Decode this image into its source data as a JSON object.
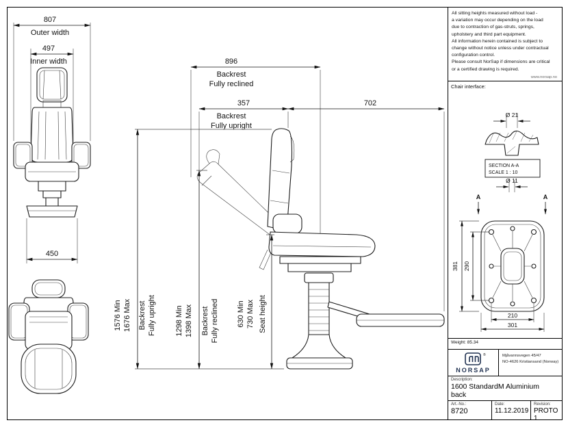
{
  "front_view": {
    "outer_width_value": "807",
    "outer_width_label": "Outer width",
    "inner_width_value": "497",
    "inner_width_label": "Inner width",
    "base_width_value": "450"
  },
  "side_view": {
    "reclined_depth_value": "896",
    "reclined_depth_label_1": "Backrest",
    "reclined_depth_label_2": "Fully reclined",
    "upright_depth_value": "357",
    "upright_depth_label_1": "Backrest",
    "upright_depth_label_2": "Fully upright",
    "total_depth_value": "702",
    "height_upright_min": "1576 Min",
    "height_upright_max": "1676 Max",
    "height_upright_label_1": "Backrest",
    "height_upright_label_2": "Fully upright",
    "height_reclined_min": "1298 Min",
    "height_reclined_max": "1398 Max",
    "height_reclined_label_1": "Backrest",
    "height_reclined_label_2": "Fully reclined",
    "seat_height_min": "630 Min",
    "seat_height_max": "730 Max",
    "seat_height_label": "Seat height"
  },
  "notes": {
    "lines": [
      "All sitting heights measured without load -",
      "a variation may occur depending on the load",
      "due to contraction of gas-struts, springs,",
      "upholstery and third part equipment.",
      "All information herein contained is subject to",
      "change without notice unless under contractual",
      "configuration control.",
      "Please consult NorSap if dimensions are critical",
      "or a certified drawing is required."
    ],
    "website": "www.norsap.no"
  },
  "chair_interface": {
    "label": "Chair interface:",
    "top_diameter": "Ø 21",
    "section_title": "SECTION A-A",
    "section_scale": "SCALE 1 : 10",
    "bottom_diameter": "Ø 11",
    "section_marker": "A",
    "plate_height_outer": "381",
    "plate_height_inner": "290",
    "plate_width_inner": "210",
    "plate_width_outer": "301"
  },
  "title_block": {
    "weight": "Weight: 85.34",
    "brand": "NORSAP",
    "registered_mark": "®",
    "address_line_1": "Mjåvannsvegen 45/47",
    "address_line_2": "NO-4626  Kristiansand (Norway)",
    "description_label": "Description:",
    "description": "1600 StandardM Aluminium back",
    "art_no_label": "Art.-No.:",
    "art_no": "8720",
    "date_label": "Date:",
    "date": "11.12.2019",
    "revision_label": "Revision:",
    "revision": "PROTO 1"
  }
}
